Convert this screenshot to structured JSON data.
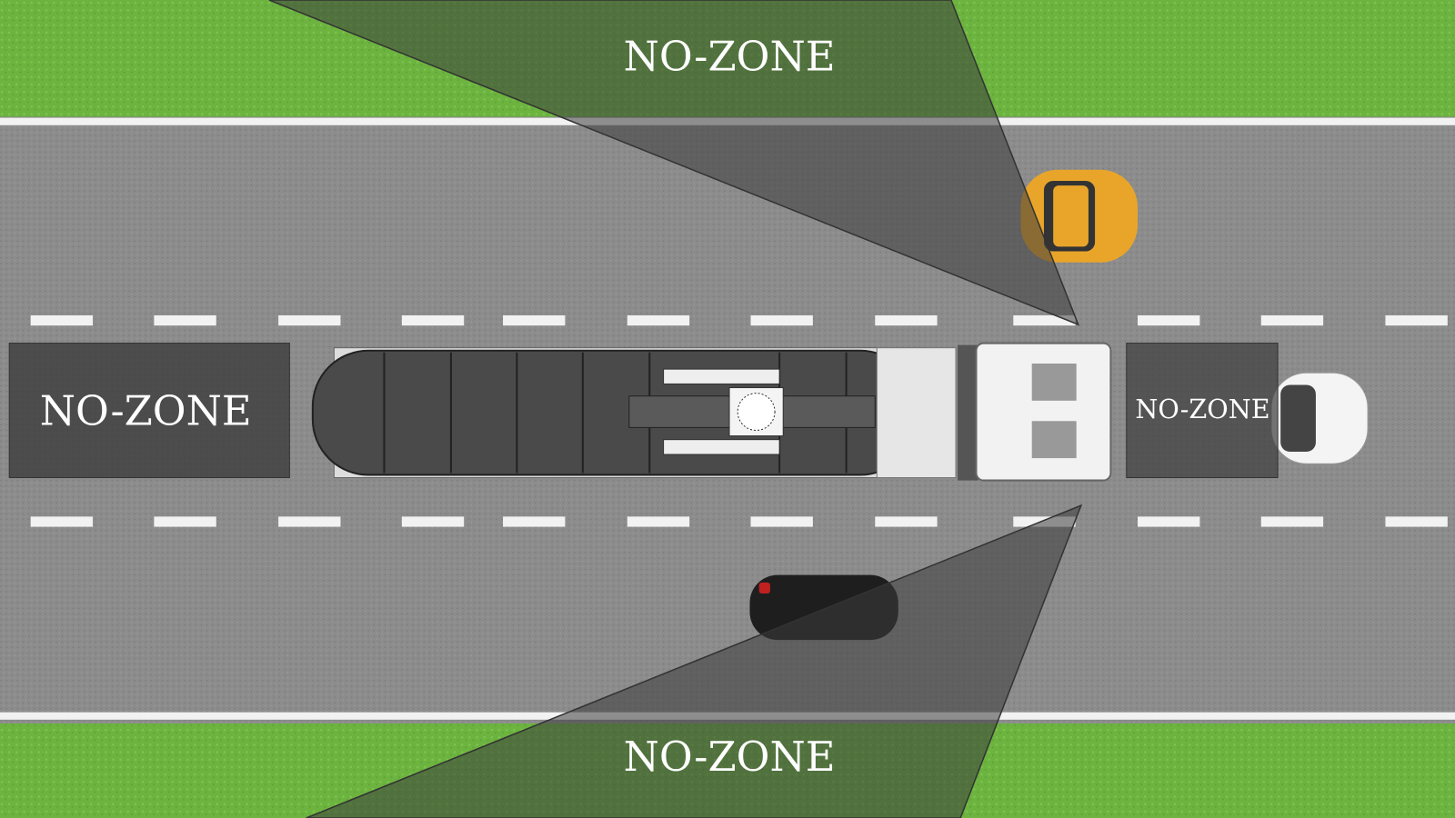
{
  "zones": [
    {
      "id": "top",
      "label": "NO-ZONE"
    },
    {
      "id": "rear",
      "label": "NO-ZONE"
    },
    {
      "id": "front",
      "label": "NO-ZONE"
    },
    {
      "id": "bottom",
      "label": "NO-ZONE"
    }
  ],
  "colors": {
    "grass": "#6cb340",
    "road": "#8a8a8a",
    "zone": "#3c3c3c",
    "lane_marking": "#f2f2f2",
    "yellow_car": "#e9a52a",
    "black_car": "#1e1e1e",
    "white_car": "#f4f4f4"
  }
}
